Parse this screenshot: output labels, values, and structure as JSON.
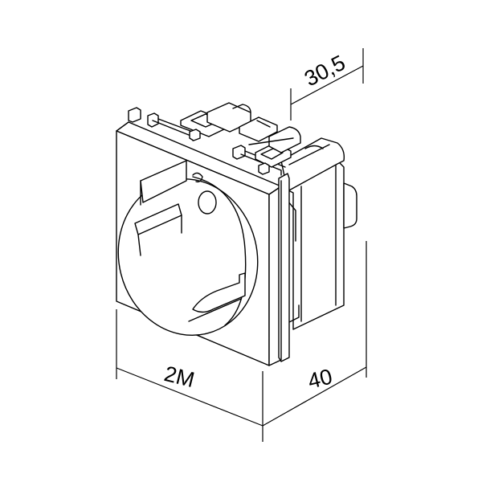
{
  "drawing": {
    "subject": "Schuko socket module, isometric line drawing",
    "stroke_color": "#000000",
    "background_color": "#ffffff"
  },
  "dimensions": {
    "depth_top": {
      "label": "30,5"
    },
    "width": {
      "label": "2M"
    },
    "depth": {
      "label": "40"
    }
  }
}
